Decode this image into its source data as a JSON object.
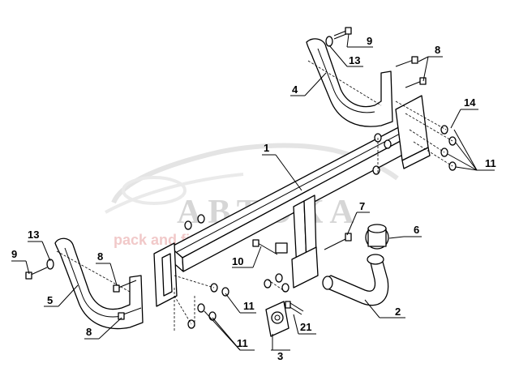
{
  "watermark": {
    "brand": "АВТОКА",
    "tagline": "pack and fitting"
  },
  "labels": [
    {
      "id": "1",
      "text": "1"
    },
    {
      "id": "2",
      "text": "2"
    },
    {
      "id": "3",
      "text": "3"
    },
    {
      "id": "4",
      "text": "4"
    },
    {
      "id": "5",
      "text": "5"
    },
    {
      "id": "6",
      "text": "6"
    },
    {
      "id": "7",
      "text": "7"
    },
    {
      "id": "8a",
      "text": "8"
    },
    {
      "id": "8b",
      "text": "8"
    },
    {
      "id": "8c",
      "text": "8"
    },
    {
      "id": "9a",
      "text": "9"
    },
    {
      "id": "9b",
      "text": "9"
    },
    {
      "id": "10",
      "text": "10"
    },
    {
      "id": "11a",
      "text": "11"
    },
    {
      "id": "11b",
      "text": "11"
    },
    {
      "id": "11c",
      "text": "11"
    },
    {
      "id": "13a",
      "text": "13"
    },
    {
      "id": "13b",
      "text": "13"
    },
    {
      "id": "14",
      "text": "14"
    },
    {
      "id": "21",
      "text": "21"
    }
  ]
}
